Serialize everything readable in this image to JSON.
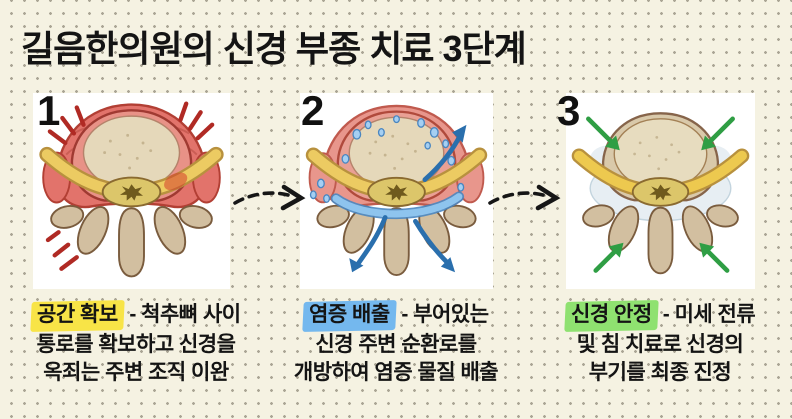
{
  "page": {
    "title": "길음한의원의 신경 부종 치료 3단계",
    "background_color": "#f5f2e2",
    "title_color": "#141414"
  },
  "connector": {
    "kind": "dashed-arrow-right",
    "color": "#161616"
  },
  "steps": [
    {
      "number": "1",
      "illustration": "inflamed-vertebra-cross-section",
      "keyword": "공간 확보",
      "line1_rest": " - 척추뼈 사이",
      "line2": "통로를 확보하고 신경을",
      "line3": "옥죄는 주변 조직 이완",
      "highlight_color": "#f8e447"
    },
    {
      "number": "2",
      "illustration": "vertebra-inflammation-draining",
      "keyword": "염증 배출",
      "line1_rest": " - 부어있는",
      "line2": "신경 주변 순환로를",
      "line3": "개방하여 염증 물질 배출",
      "highlight_color": "#74b8ee"
    },
    {
      "number": "3",
      "illustration": "calm-vertebra-cross-section",
      "keyword": "신경 안정",
      "line1_rest": " - 미세 전류",
      "line2": "및 침 치료로 신경의",
      "line3": "부기를 최종 진정",
      "highlight_color": "#8fe170"
    }
  ],
  "colors": {
    "inflammation_red": "#e2736b",
    "pain_mark_red": "#b02a24",
    "drain_arrow_blue": "#2a6fad",
    "fluid_blue": "#9cc9ef",
    "calm_arrow_green": "#2f9e44",
    "nerve_yellow": "#eccb62",
    "bone_beige": "#d7c6a6"
  }
}
